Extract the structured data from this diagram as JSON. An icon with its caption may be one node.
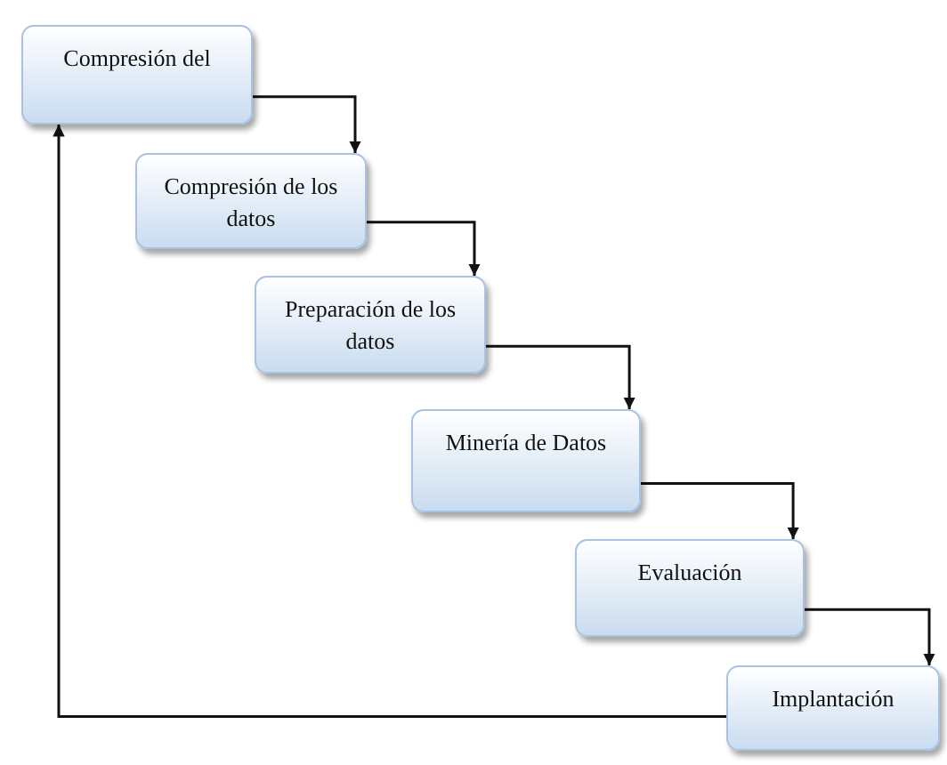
{
  "diagram": {
    "nodes": [
      {
        "text": [
          "Compresión del"
        ]
      },
      {
        "text": [
          "Compresión de los datos"
        ]
      },
      {
        "text": [
          "Preparación de los datos"
        ]
      },
      {
        "text": [
          "Minería de Datos"
        ]
      },
      {
        "text": [
          "Evaluación"
        ]
      },
      {
        "text": [
          "Implantación"
        ]
      }
    ],
    "edges": [
      {
        "from": 0,
        "to": 1,
        "arrow": "to"
      },
      {
        "from": 1,
        "to": 2,
        "arrow": "to"
      },
      {
        "from": 2,
        "to": 3,
        "arrow": "to"
      },
      {
        "from": 3,
        "to": 4,
        "arrow": "to"
      },
      {
        "from": 4,
        "to": 5,
        "arrow": "to"
      },
      {
        "from": 5,
        "to": 0,
        "arrow": "to"
      }
    ]
  }
}
